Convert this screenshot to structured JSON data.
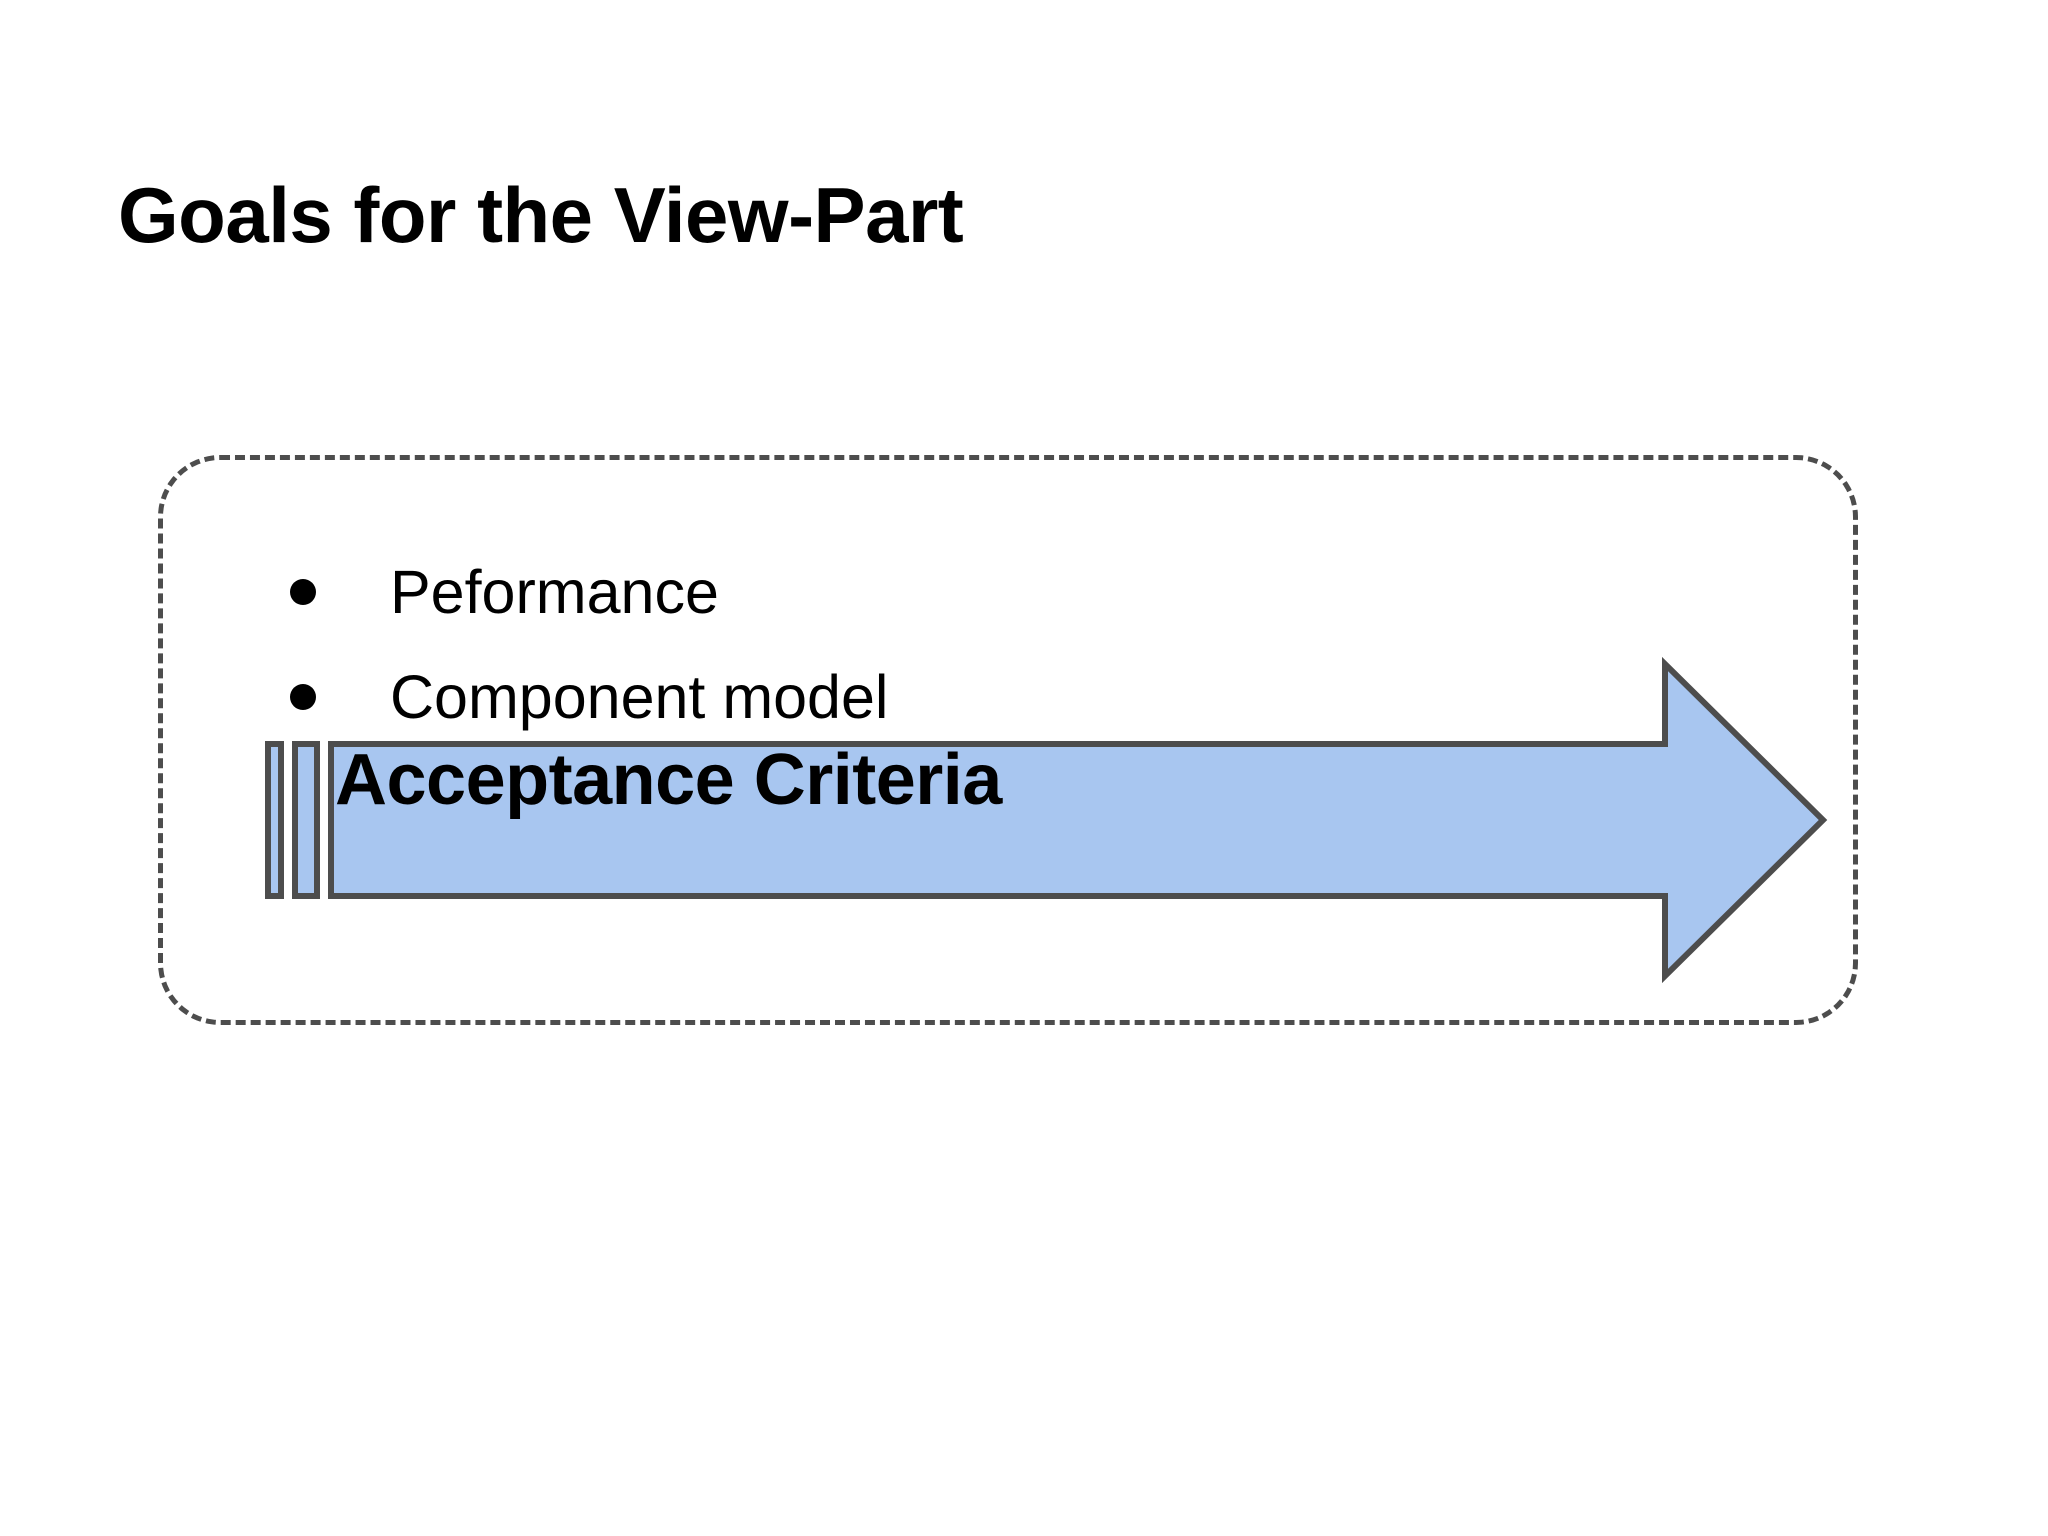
{
  "slide": {
    "title": "Goals for the View-Part",
    "background_color": "#ffffff"
  },
  "dashed_group": {
    "name": "goals-group",
    "border_color": "#4d4d4d",
    "border_style": "dashed"
  },
  "bullets": {
    "marker": "●",
    "items": [
      {
        "label": "Peformance"
      },
      {
        "label": "Component model"
      }
    ]
  },
  "arrow": {
    "label": "Acceptance Criteria",
    "fill_color": "#a8c6f0",
    "stroke_color": "#4d4d4d",
    "direction": "right",
    "tail_marks": 2
  }
}
